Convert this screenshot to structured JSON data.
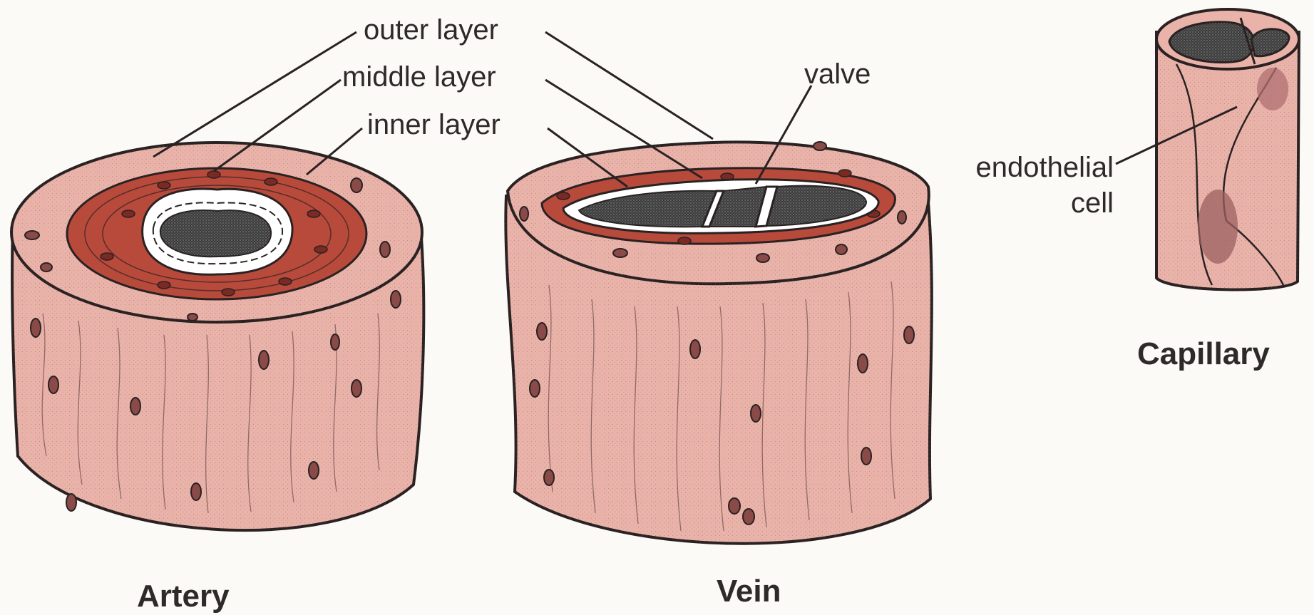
{
  "labels": {
    "outer_layer": "outer layer",
    "middle_layer": "middle layer",
    "inner_layer": "inner layer",
    "valve": "valve",
    "endothelial_line1": "endothelial",
    "endothelial_line2": "cell"
  },
  "titles": {
    "artery": "Artery",
    "vein": "Vein",
    "capillary": "Capillary"
  },
  "colors": {
    "background": "#fbfaf6",
    "vessel_wall": "#e9b3aa",
    "vessel_wall_dark": "#d99a90",
    "muscle_layer": "#b84a3c",
    "lumen": "#4a4a4a",
    "outline": "#2a2222",
    "inner_lining": "#ffffff",
    "text": "#2e2a2a"
  }
}
